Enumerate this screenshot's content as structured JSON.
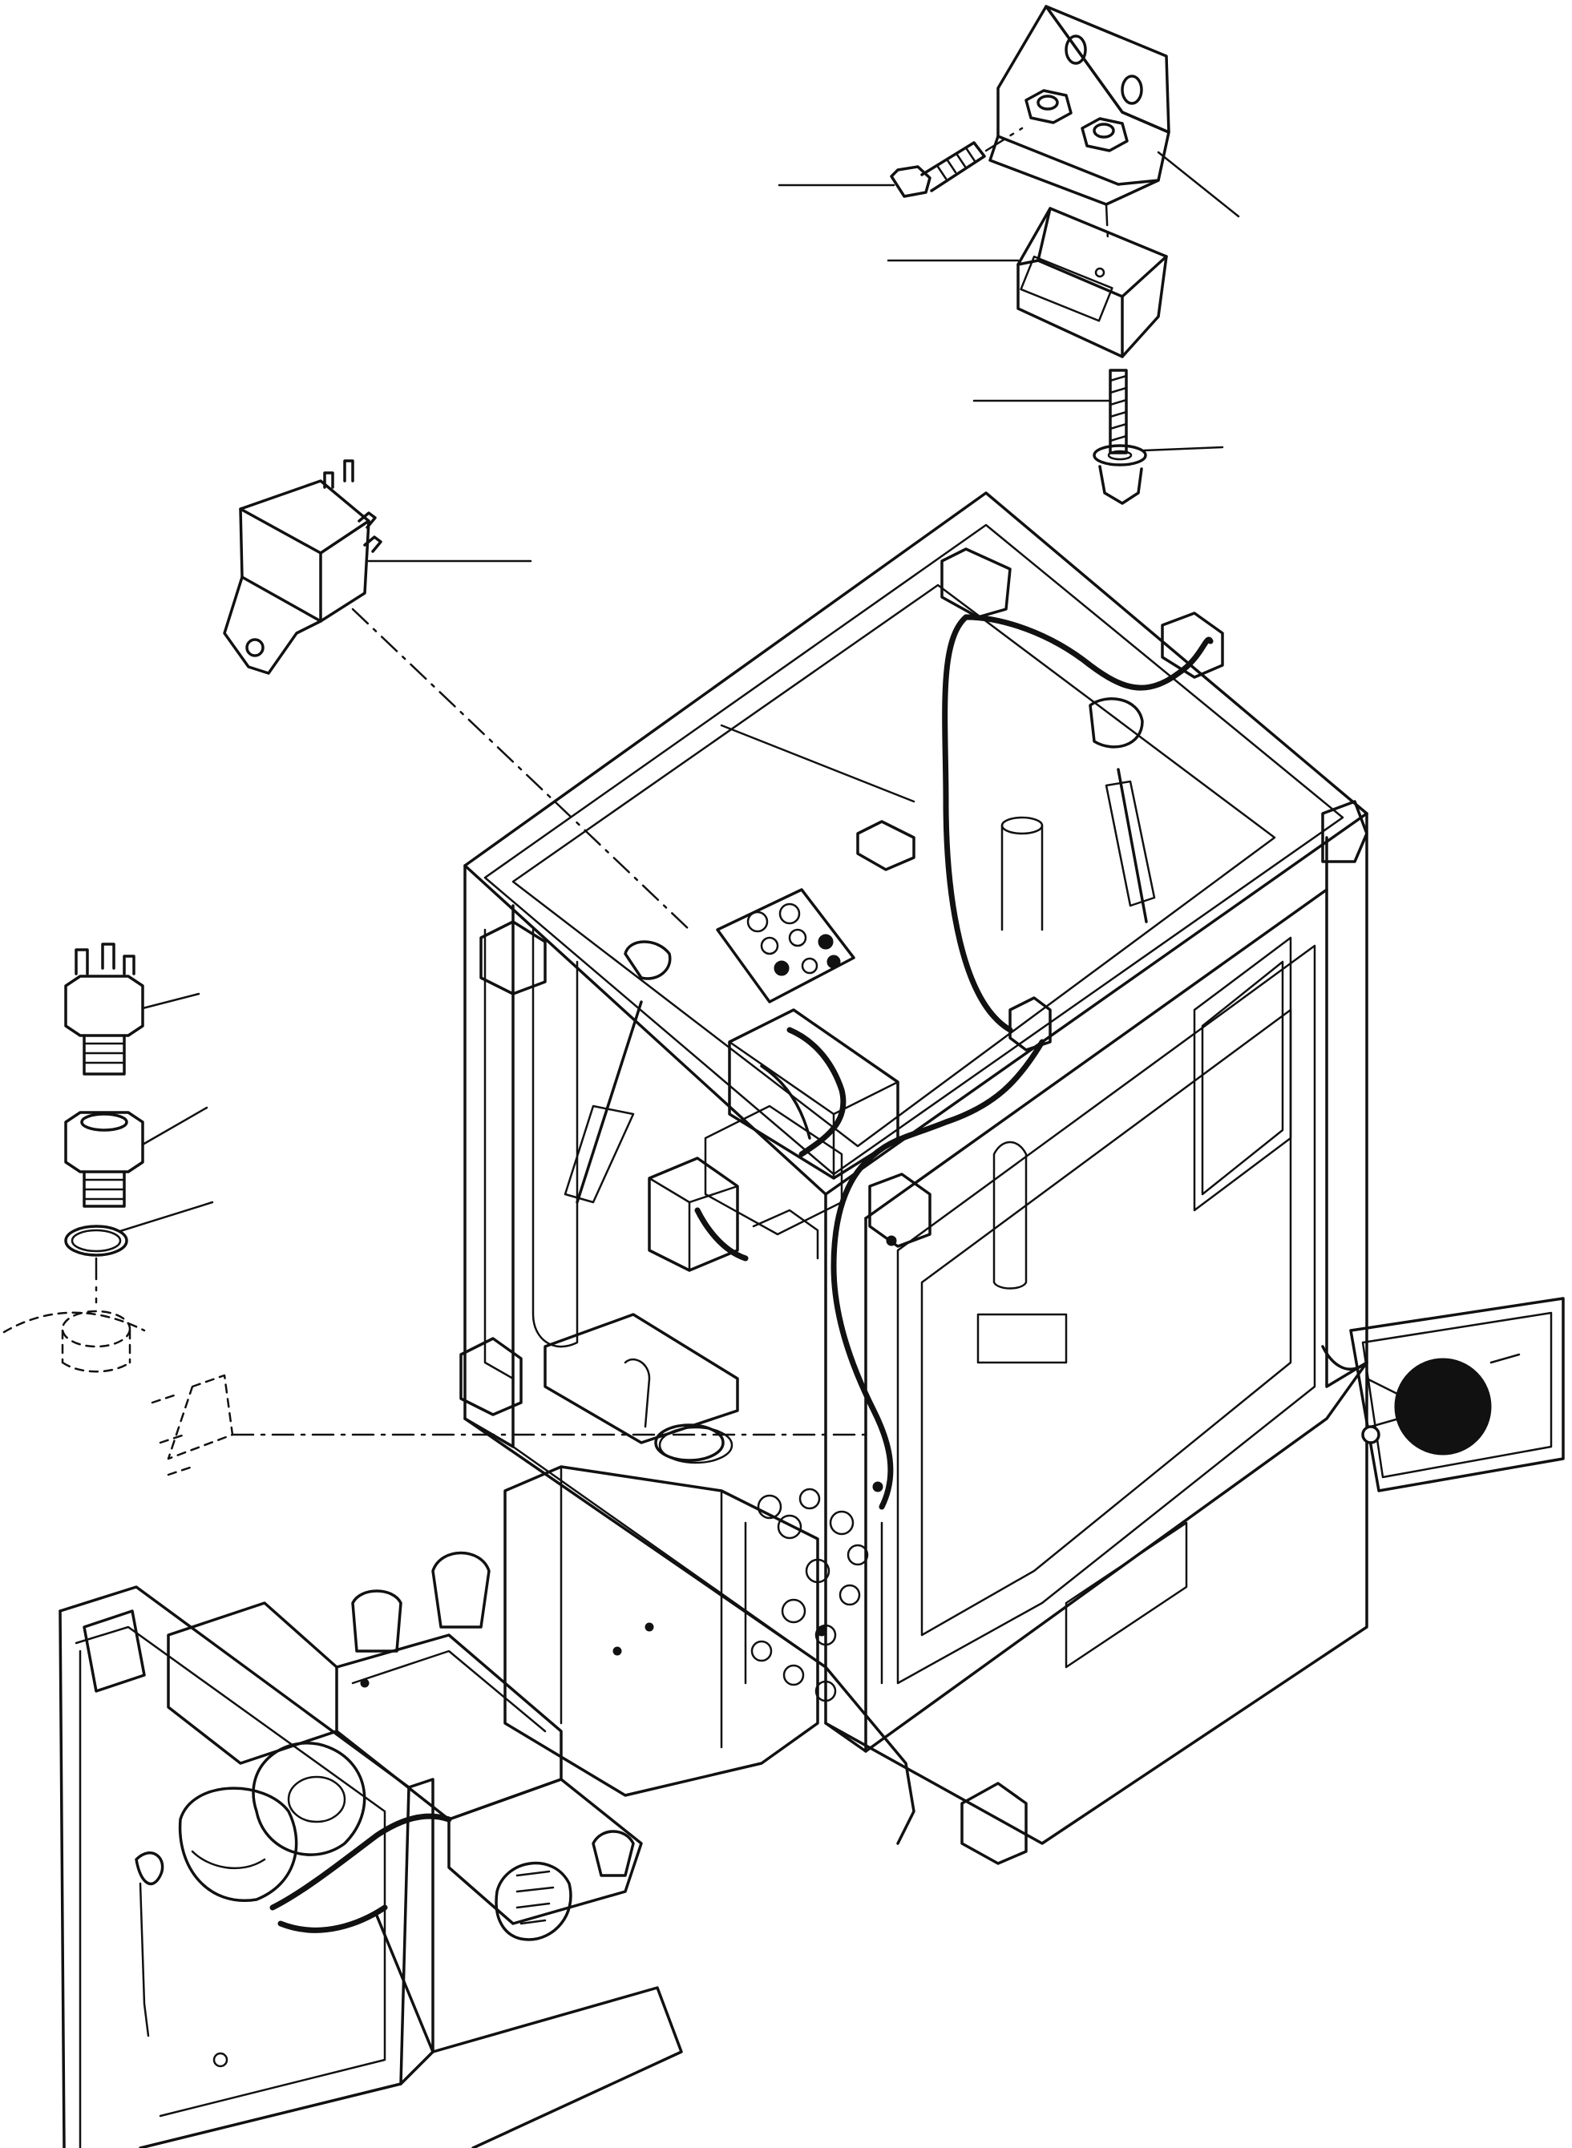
{
  "diagram": {
    "description_none": "",
    "components": [
      {
        "id": "mounting-bracket",
        "icon": "bracket-icon"
      },
      {
        "id": "bolt-upper",
        "icon": "bolt-icon"
      },
      {
        "id": "relay-box",
        "icon": "box-icon"
      },
      {
        "id": "bolt-lower",
        "icon": "bolt-icon"
      },
      {
        "id": "washer",
        "icon": "washer-icon"
      },
      {
        "id": "relay",
        "icon": "relay-icon"
      },
      {
        "id": "pressure-switch",
        "icon": "switch-icon"
      },
      {
        "id": "adapter",
        "icon": "adapter-icon"
      },
      {
        "id": "o-ring",
        "icon": "o-ring-icon"
      },
      {
        "id": "cab-frame",
        "icon": "cab-icon"
      },
      {
        "id": "engine",
        "icon": "engine-icon"
      },
      {
        "id": "heater-unit",
        "icon": "heater-icon"
      }
    ],
    "colors": {
      "ink": "#111111",
      "paper": "#ffffff"
    }
  }
}
